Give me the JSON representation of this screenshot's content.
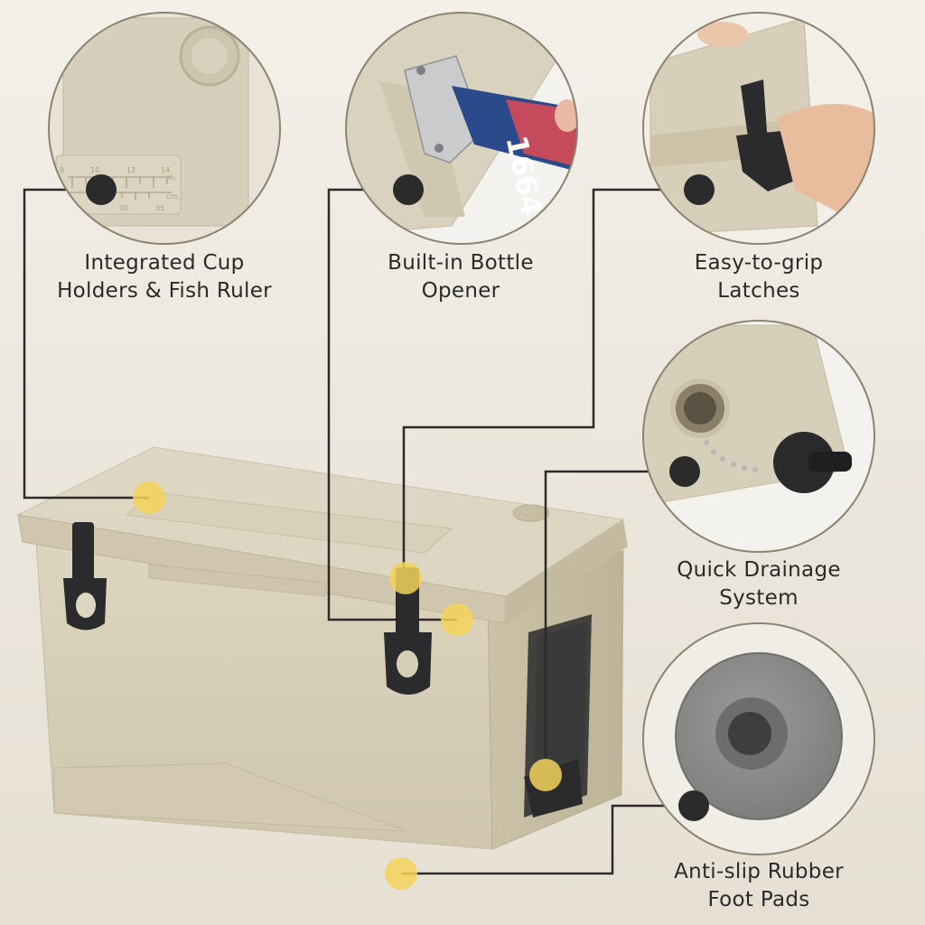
{
  "features": {
    "cup_holders": {
      "line1": "Integrated Cup",
      "line2": "Holders & Fish Ruler"
    },
    "bottle_opener": {
      "line1": "Built-in Bottle",
      "line2": "Opener"
    },
    "latches": {
      "line1": "Easy-to-grip",
      "line2": "Latches"
    },
    "drainage": {
      "line1": "Quick Drainage",
      "line2": "System"
    },
    "foot_pads": {
      "line1": "Anti-slip Rubber",
      "line2": "Foot Pads"
    }
  },
  "ruler": {
    "inch_marks": [
      "8",
      "10",
      "12",
      "14"
    ],
    "inch_unit": "in.",
    "cm_marks": [
      "30",
      "35"
    ],
    "cm_unit": "cm."
  },
  "bottle_text": "1664",
  "colors": {
    "cooler_tan": "#d6ceb7",
    "cooler_shadow": "#b9b097",
    "latch_black": "#2b2b2d",
    "connector_line": "#2b2b2b",
    "marker_dot": "#2b2b2b",
    "highlight_dot": "#f3d35a",
    "circle_ring": "#8a8470"
  }
}
